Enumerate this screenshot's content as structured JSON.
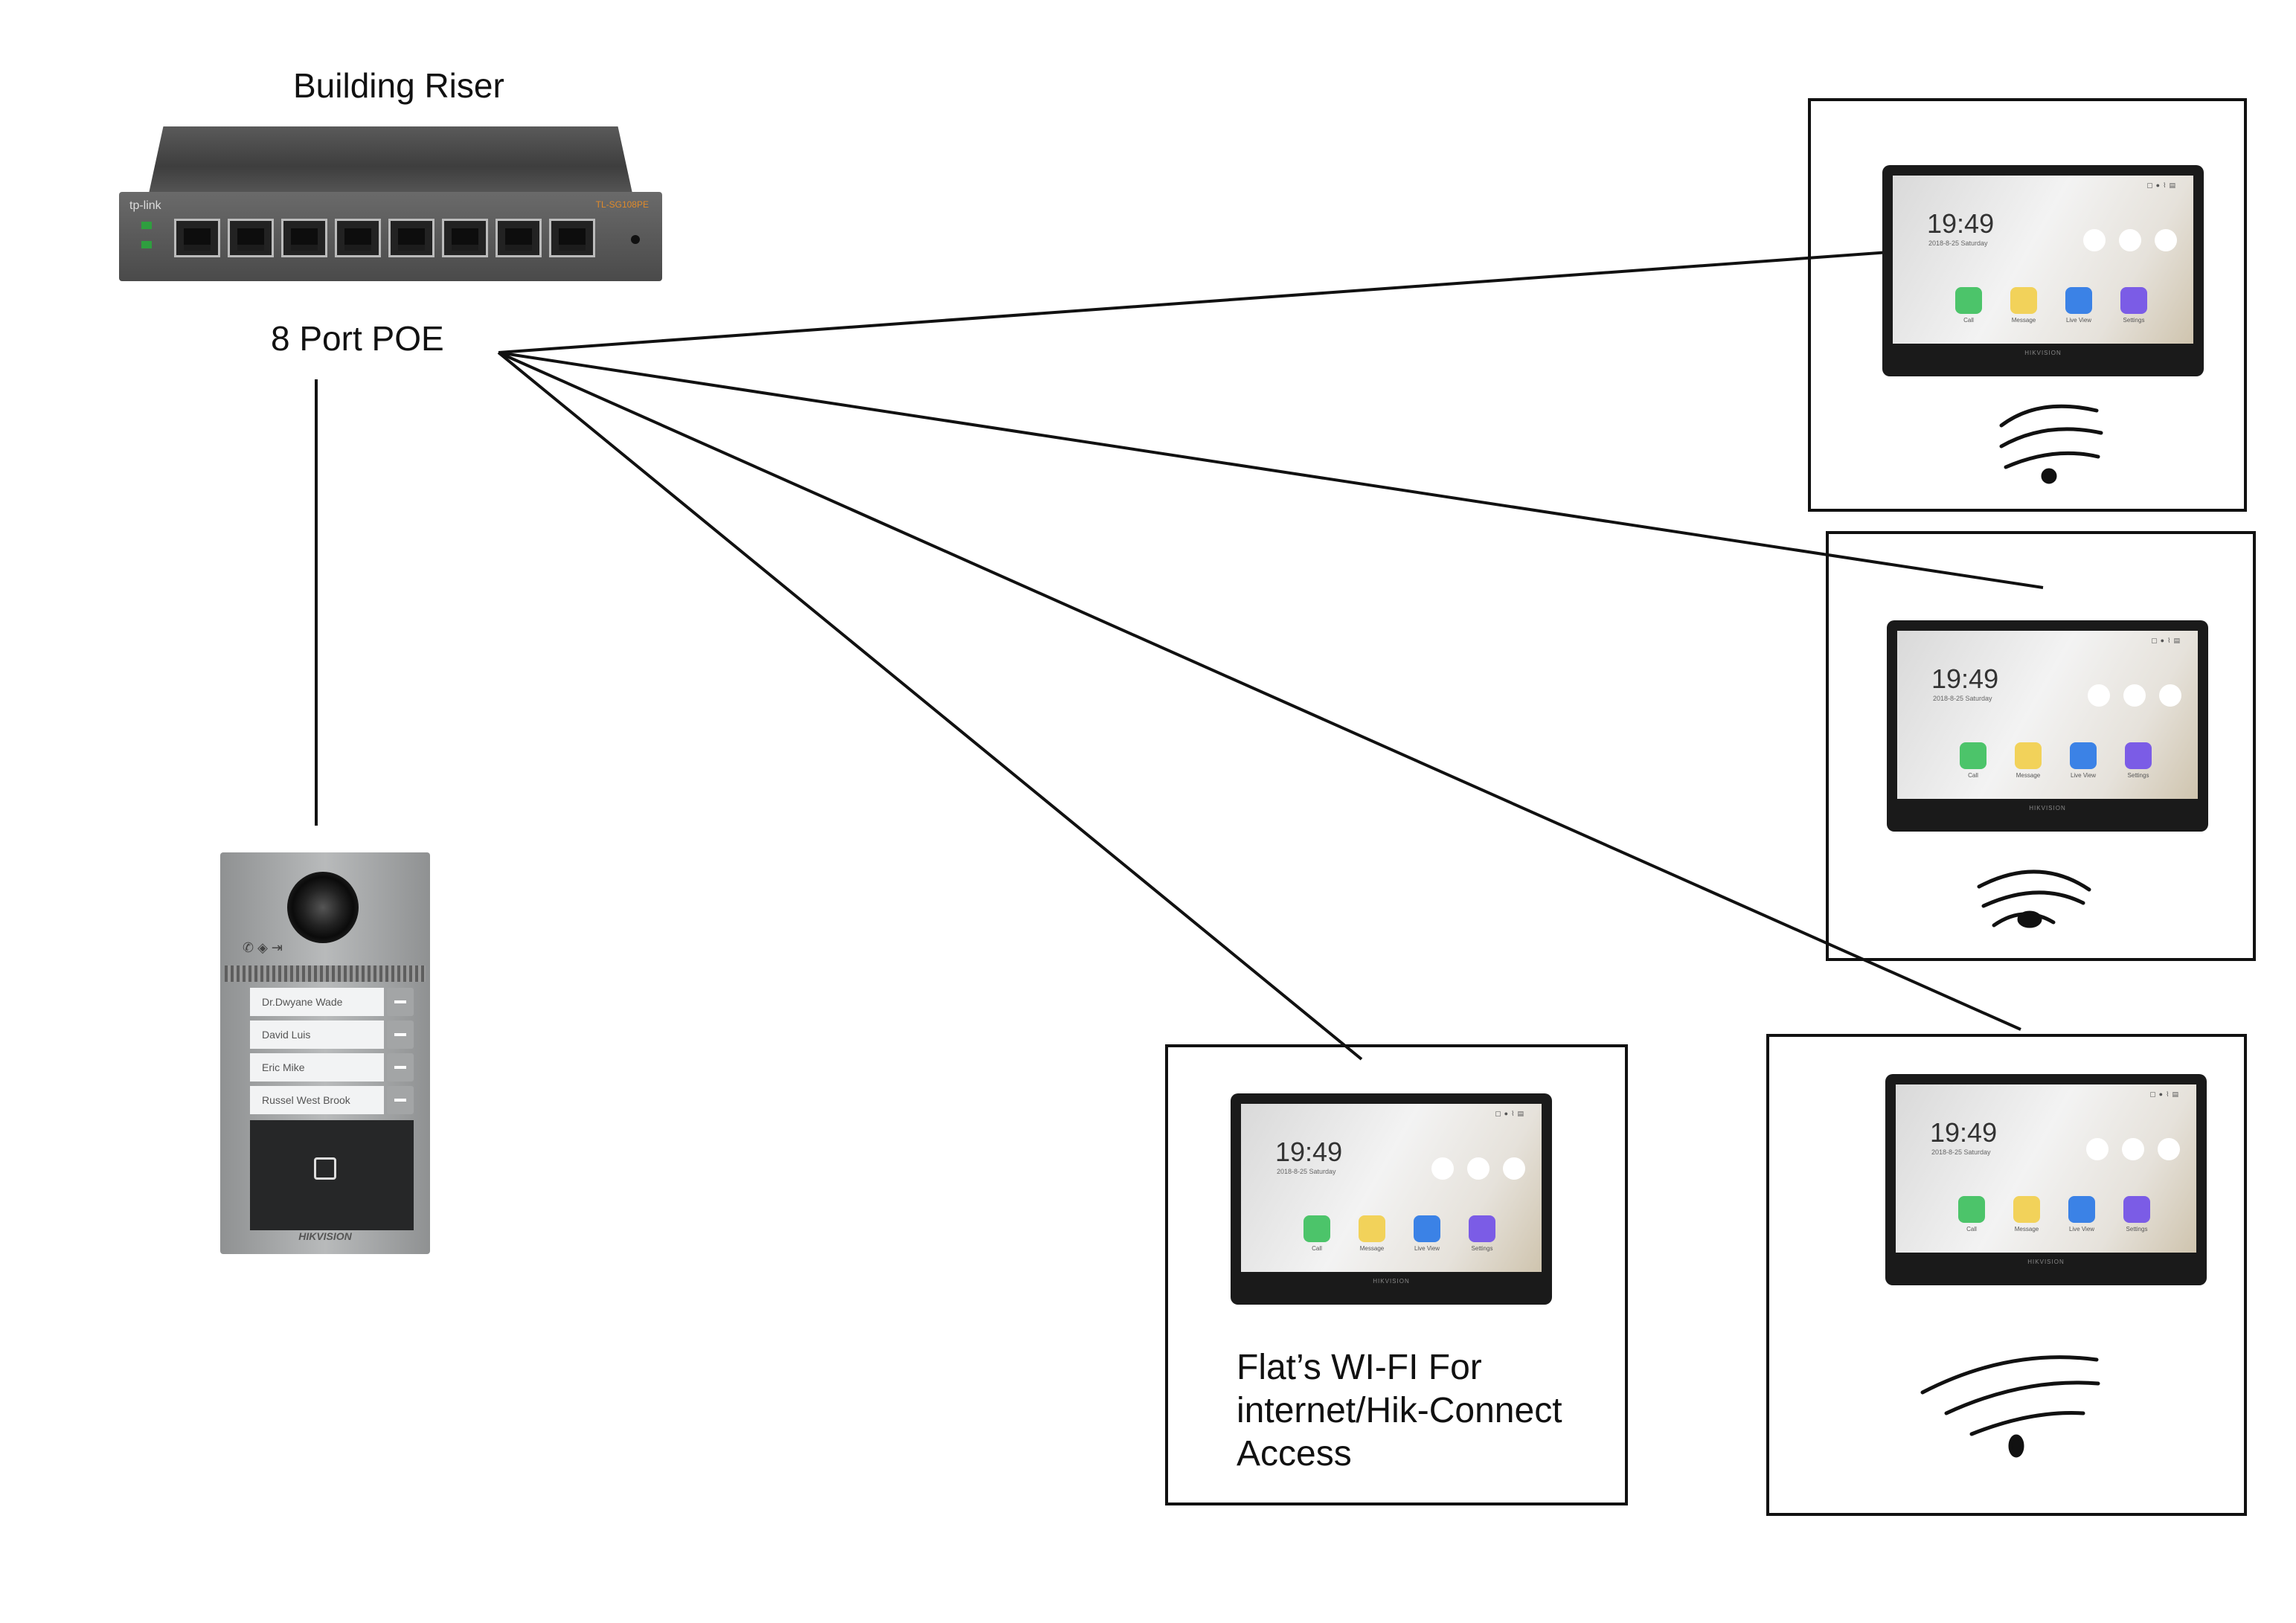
{
  "labels": {
    "building_riser": "Building Riser",
    "switch_caption": "8 Port POE",
    "flat_wifi": [
      "Flat’s WI-FI For",
      "internet/Hik-Connect",
      "Access"
    ]
  },
  "switch": {
    "brand": "tp-link",
    "model": "TL-SG108PE",
    "port_count": 8
  },
  "door_station": {
    "names": [
      "Dr.Dwyane Wade",
      "David Luis",
      "Eric Mike",
      "Russel West  Brook"
    ],
    "logo": "HIKVISION"
  },
  "monitor": {
    "time": "19:49",
    "date": "2018-8-25  Saturday",
    "apps": [
      "Call",
      "Message",
      "Live View",
      "Settings"
    ],
    "app_colors": [
      "#4cc46a",
      "#f2d25a",
      "#3b82e6",
      "#7b5ce6"
    ],
    "logo": "HIKVISION"
  }
}
